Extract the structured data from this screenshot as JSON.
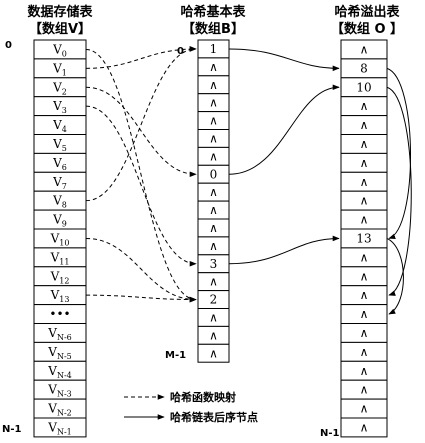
{
  "tables": {
    "v": {
      "title": "数据存储表",
      "subtitle": "【数组V】",
      "start_index": "0",
      "end_index": "N-1",
      "cells": [
        {
          "b": "V",
          "s": "0"
        },
        {
          "b": "V",
          "s": "1"
        },
        {
          "b": "V",
          "s": "2"
        },
        {
          "b": "V",
          "s": "3"
        },
        {
          "b": "V",
          "s": "4"
        },
        {
          "b": "V",
          "s": "5"
        },
        {
          "b": "V",
          "s": "6"
        },
        {
          "b": "V",
          "s": "7"
        },
        {
          "b": "V",
          "s": "8"
        },
        {
          "b": "V",
          "s": "9"
        },
        {
          "b": "V",
          "s": "10"
        },
        {
          "b": "V",
          "s": "11"
        },
        {
          "b": "V",
          "s": "12"
        },
        {
          "b": "V",
          "s": "13"
        },
        {
          "b": "•••",
          "s": ""
        },
        {
          "b": "V",
          "s": "N-6"
        },
        {
          "b": "V",
          "s": "N-5"
        },
        {
          "b": "V",
          "s": "N-4"
        },
        {
          "b": "V",
          "s": "N-3"
        },
        {
          "b": "V",
          "s": "N-2"
        },
        {
          "b": "V",
          "s": "N-1"
        }
      ]
    },
    "b": {
      "title": "哈希基本表",
      "subtitle": "【数组B】",
      "start_index": "0",
      "end_index": "M-1",
      "cells": [
        "1",
        "∧",
        "∧",
        "∧",
        "∧",
        "∧",
        "∧",
        "0",
        "∧",
        "∧",
        "∧",
        "∧",
        "3",
        "∧",
        "2",
        "∧",
        "∧",
        "∧"
      ]
    },
    "o": {
      "title": "哈希溢出表",
      "subtitle": "【数组 O 】",
      "end_index": "N-1",
      "cells": [
        "∧",
        "8",
        "10",
        "∧",
        "∧",
        "∧",
        "∧",
        "∧",
        "∧",
        "∧",
        "13",
        "∧",
        "∧",
        "∧",
        "∧",
        "∧",
        "∧",
        "∧",
        "∧",
        "∧",
        "∧"
      ]
    }
  },
  "hash_arrows": [
    {
      "from": 1,
      "to": 0
    },
    {
      "from": 2,
      "to": 7
    },
    {
      "from": 8,
      "to": 0
    },
    {
      "from": 3,
      "to": 12
    },
    {
      "from": 0,
      "to": 14
    },
    {
      "from": 10,
      "to": 14
    },
    {
      "from": 13,
      "to": 14
    }
  ],
  "chain_arrows": [
    {
      "from_table": "b",
      "from": 0,
      "to": 1
    },
    {
      "from_table": "b",
      "from": 7,
      "to": 2
    },
    {
      "from_table": "b",
      "from": 12,
      "to": 10
    },
    {
      "from_table": "o",
      "from": 1,
      "to": 10
    },
    {
      "from_table": "o",
      "from": 2,
      "to": 13
    },
    {
      "from_table": "o",
      "from": 10,
      "to": 14
    }
  ],
  "legend": [
    {
      "kind": "dashed",
      "label": "哈希函数映射"
    },
    {
      "kind": "solid",
      "label": "哈希链表后序节点"
    }
  ]
}
